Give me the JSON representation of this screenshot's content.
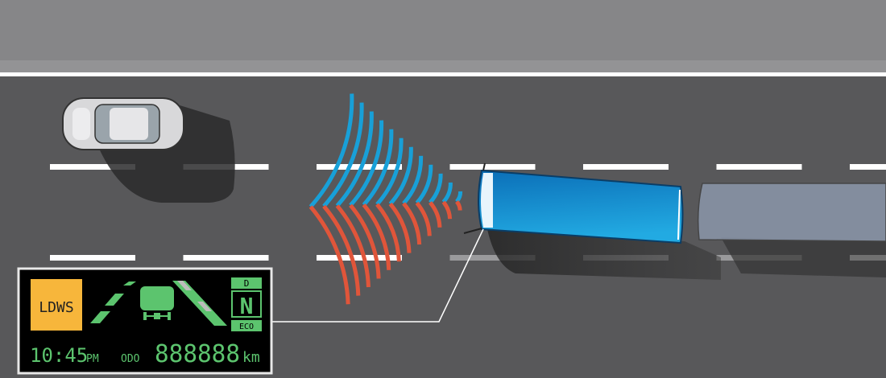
{
  "panel": {
    "warning_label": "LDWS",
    "gear_top": "D",
    "gear_current": "N",
    "gear_bottom": "ECO",
    "time": "10:45",
    "time_suffix": "PM",
    "odo_label": "ODO",
    "odo_value": "888888",
    "odo_unit": "km"
  },
  "colors": {
    "road": "#58585a",
    "lcd_green": "#5cc46e",
    "warning_amber": "#f7b63b",
    "bus_blue": "#1a8ad0",
    "wave_red": "#e0553a",
    "wave_blue": "#18a0d8"
  }
}
